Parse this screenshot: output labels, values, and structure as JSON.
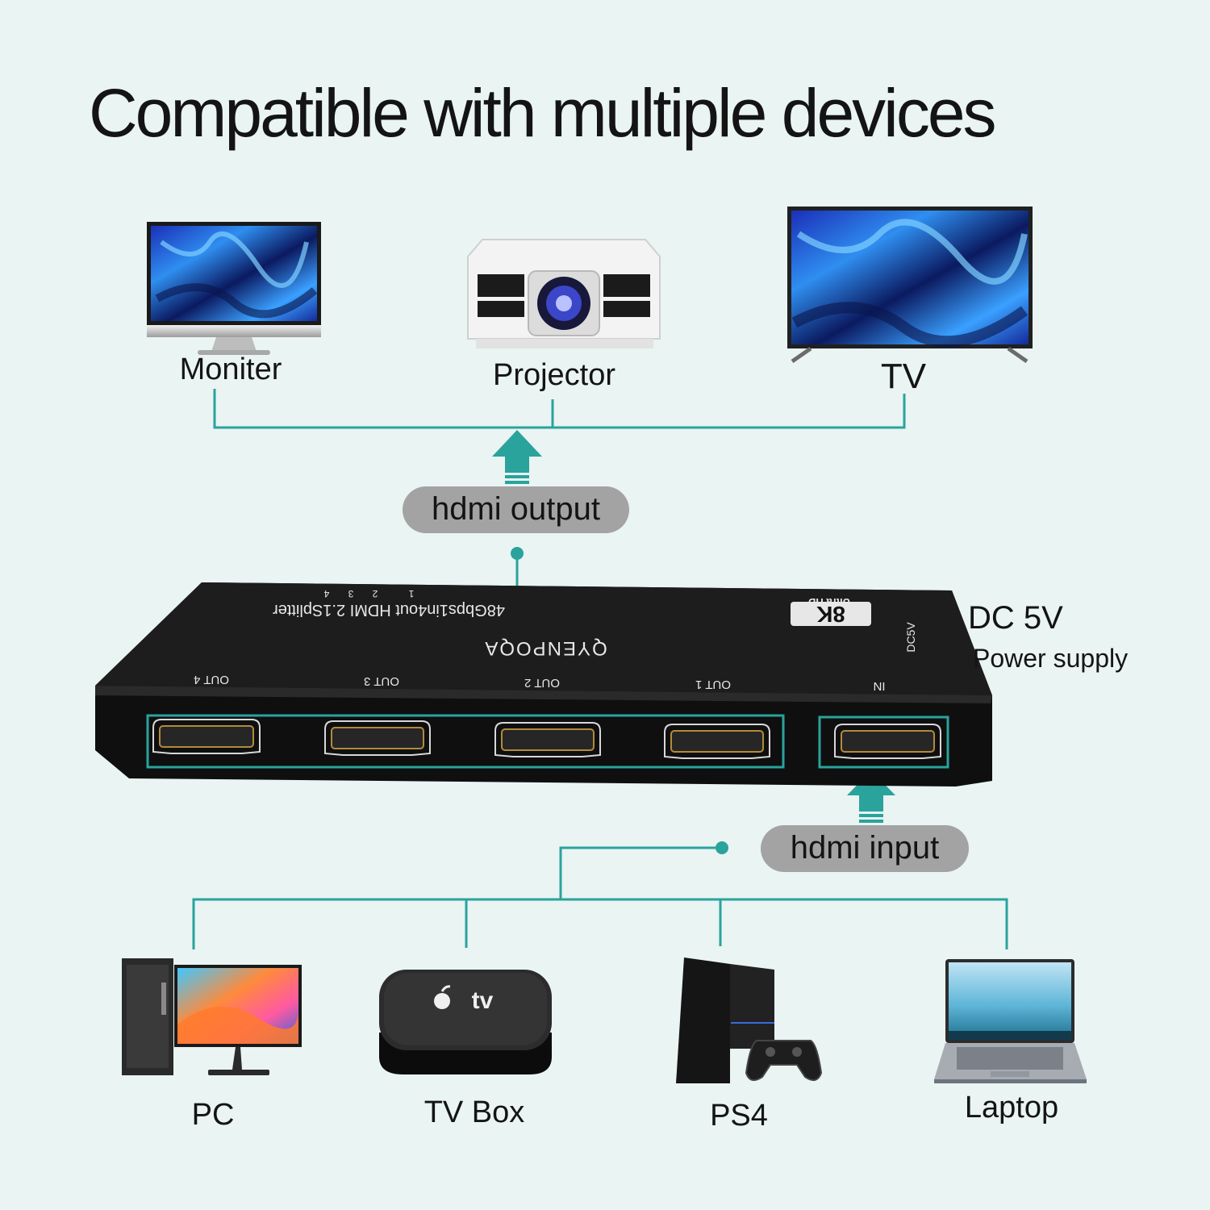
{
  "title": "Compatible with multiple devices",
  "outputs": {
    "devices": [
      {
        "label": "Moniter",
        "icon": "monitor-icon"
      },
      {
        "label": "Projector",
        "icon": "projector-icon"
      },
      {
        "label": "TV",
        "icon": "tv-icon"
      }
    ],
    "badge": "hdmi output"
  },
  "inputs": {
    "badge": "hdmi input",
    "devices": [
      {
        "label": "PC",
        "icon": "pc-icon"
      },
      {
        "label": "TV Box",
        "icon": "tv-box-icon"
      },
      {
        "label": "PS4",
        "icon": "ps4-icon"
      },
      {
        "label": "Laptop",
        "icon": "laptop-icon"
      }
    ]
  },
  "power": {
    "title": "DC 5V",
    "subtitle": "Power supply"
  },
  "splitter": {
    "spec": "48Gbps1in4out HDMI 2.1Splitter",
    "brand": "QYENPOQA",
    "badge_8k": "8K",
    "badge_ultra": "Ultra HD",
    "dc_label": "DC5V",
    "leds": [
      "1",
      "2",
      "3",
      "4"
    ],
    "ports": [
      "OUT 4",
      "OUT 3",
      "OUT 2",
      "OUT 1",
      "IN"
    ]
  },
  "tv_box_logo": "tv",
  "colors": {
    "accent": "#2aa39c",
    "background": "#e9f4f3",
    "pill": "#a3a3a3",
    "device": "#1c1c1c"
  }
}
